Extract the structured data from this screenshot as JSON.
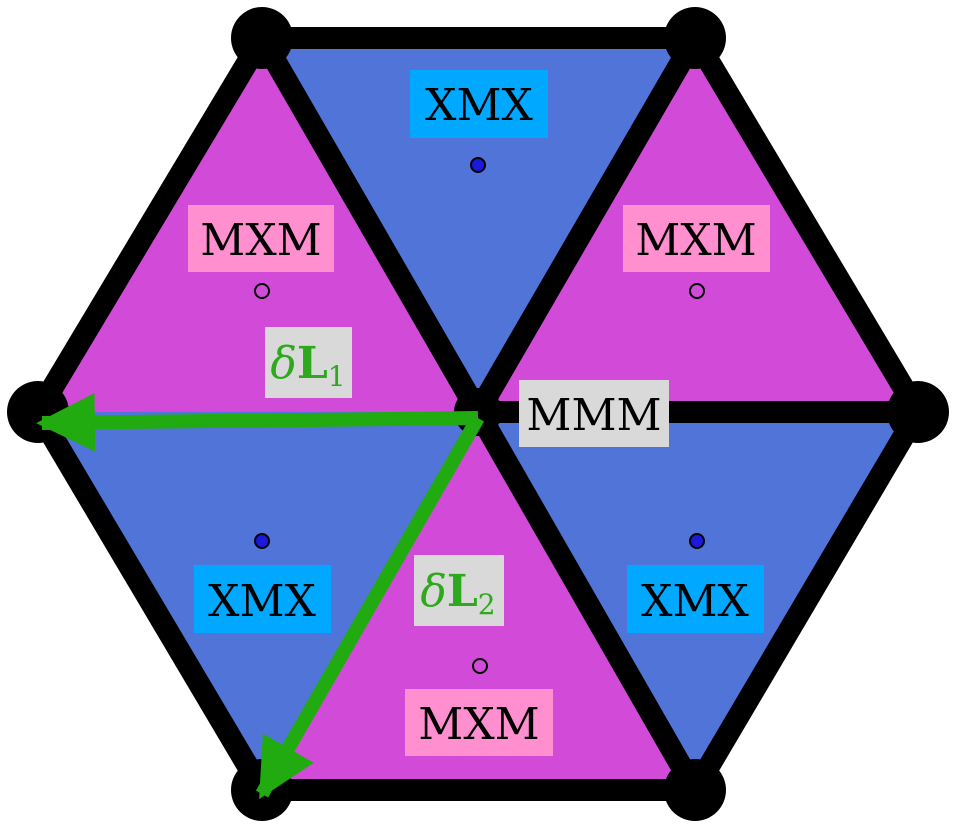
{
  "colors": {
    "magenta_triangle": "#d24bd8",
    "blue_triangle": "#5174d8",
    "edge": "#000000",
    "vector": "#22aa11",
    "vector_label": "#2ea81c",
    "mxm_label_bg": "#ff8fcf",
    "xmx_label_bg": "#00a8ff",
    "gray_label_bg": "#d9d9d9",
    "magenta_dot": "#d24bd8",
    "blue_dot": "#1a1adc"
  },
  "labels": {
    "xmx_top": "XMX",
    "mxm_upper_left": "MXM",
    "mxm_upper_right": "MXM",
    "mmm_center": "MMM",
    "xmx_lower_left": "XMX",
    "xmx_lower_right": "XMX",
    "mxm_bottom": "MXM"
  },
  "vectors": {
    "dL1": {
      "delta": "δ",
      "letter": "L",
      "sub": "1"
    },
    "dL2": {
      "delta": "δ",
      "letter": "L",
      "sub": "2"
    }
  }
}
